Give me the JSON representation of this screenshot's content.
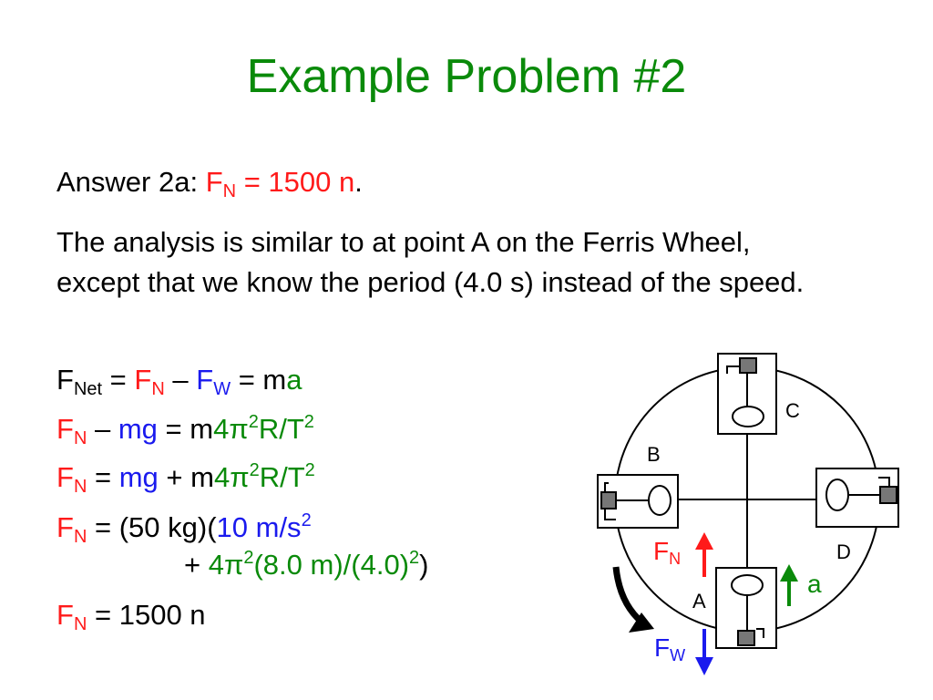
{
  "slide": {
    "title": "Example Problem #2",
    "answer": {
      "prefix": "Answer 2a: ",
      "f_base": "F",
      "n_sub": "N",
      "eq_value": " = 1500 n",
      "period": "."
    },
    "analysis_text": "The analysis is similar to at point A on the Ferris Wheel, except that we know the period (4.0 s) instead of the speed.",
    "equations": {
      "eq1": {
        "f": "F",
        "net": "Net",
        "eq": " = ",
        "fn_f": "F",
        "fn_n": "N",
        "minus": " – ",
        "fw_f": "F",
        "fw_w": "W",
        "eq2": " = m",
        "a": "a"
      },
      "eq2": {
        "f": "F",
        "n": "N",
        "minus": " – ",
        "mg": "mg",
        "eq": " = m",
        "four_pi": "4π",
        "two1": "2",
        "rt": "R/T",
        "two2": "2"
      },
      "eq3": {
        "f": "F",
        "n": "N",
        "eq": " = ",
        "mg": "mg",
        "plus": " + m",
        "four_pi": "4π",
        "two1": "2",
        "rt": "R/T",
        "two2": "2"
      },
      "eq4": {
        "f": "F",
        "n": "N",
        "eq": " = (50 kg)(",
        "g": "10 m/s",
        "two": "2"
      },
      "eq4b": {
        "plus": "+ ",
        "four_pi": "4π",
        "two1": "2",
        "rest": "(8.0 m)/(4.0)",
        "two2": "2",
        "close": ")"
      },
      "eq5": {
        "f": "F",
        "n": "N",
        "eq": " = 1500 n"
      }
    }
  },
  "diagram": {
    "labels": {
      "A": "A",
      "B": "B",
      "C": "C",
      "D": "D"
    },
    "fn": {
      "f": "F",
      "sub": "N"
    },
    "fw": {
      "f": "F",
      "sub": "W"
    },
    "a": "a"
  },
  "colors": {
    "title": "#0a8a0a",
    "normal_force": "#ff1a1a",
    "weight": "#1a1aee",
    "acceleration": "#0a8a0a",
    "counterweight": "#777777"
  }
}
